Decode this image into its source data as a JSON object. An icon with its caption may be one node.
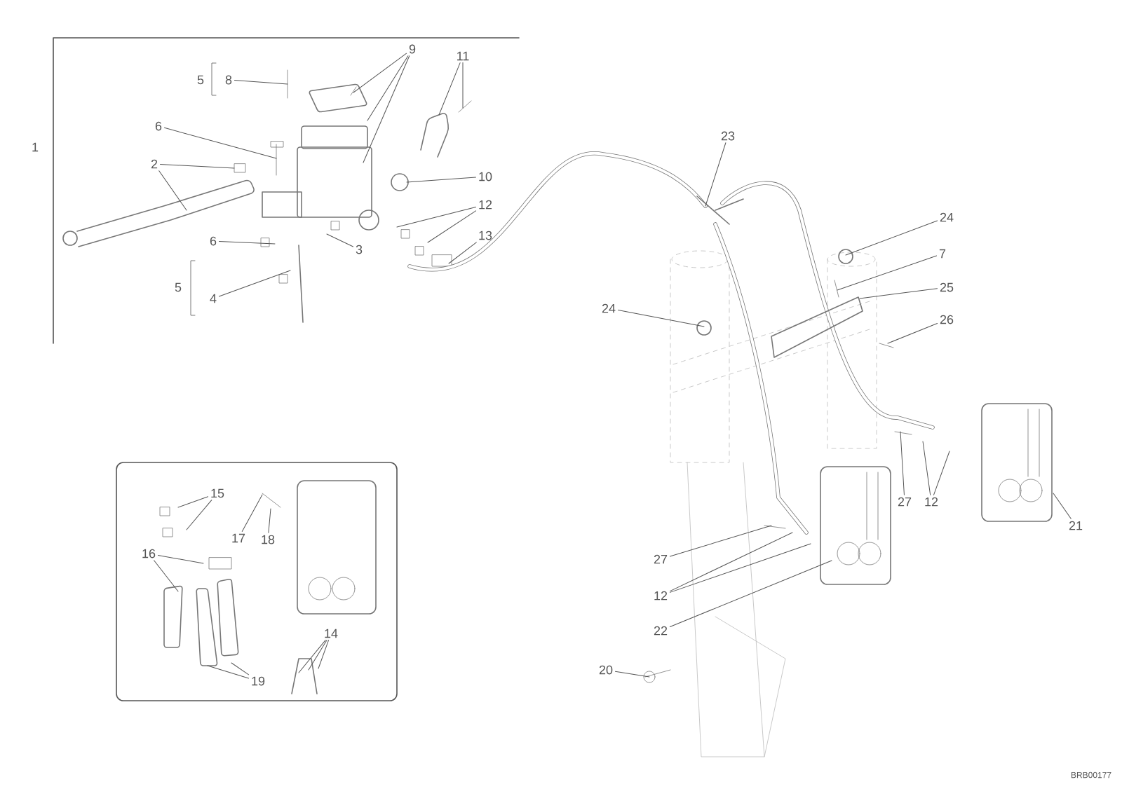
{
  "diagram": {
    "nodes": [
      {
        "text": [
          "8"
        ]
      },
      {
        "text": [
          "9"
        ]
      },
      {
        "text": [
          "11"
        ]
      },
      {
        "text": [
          "6"
        ]
      },
      {
        "text": [
          "2"
        ]
      },
      {
        "text": [
          "10"
        ]
      },
      {
        "text": [
          "12"
        ]
      },
      {
        "text": [
          "13"
        ]
      },
      {
        "text": [
          "6"
        ]
      },
      {
        "text": [
          "3"
        ]
      },
      {
        "text": [
          "4"
        ]
      },
      {
        "text": [
          "23"
        ]
      },
      {
        "text": [
          "24"
        ]
      },
      {
        "text": [
          "7"
        ]
      },
      {
        "text": [
          "25"
        ]
      },
      {
        "text": [
          "26"
        ]
      },
      {
        "text": [
          "24"
        ]
      },
      {
        "text": [],
        "shape": "box"
      },
      {
        "text": [
          "15"
        ],
        "in": 17
      },
      {
        "text": [
          "17"
        ],
        "in": 17
      },
      {
        "text": [
          "18"
        ],
        "in": 17
      },
      {
        "text": [
          "16"
        ],
        "in": 17
      },
      {
        "text": [
          "14"
        ],
        "in": 17
      },
      {
        "text": [
          "19"
        ],
        "in": 17
      },
      {
        "text": [
          "27"
        ]
      },
      {
        "text": [
          "12"
        ]
      },
      {
        "text": [
          "21"
        ]
      },
      {
        "text": [
          "27"
        ]
      },
      {
        "text": [
          "12"
        ]
      },
      {
        "text": [
          "22"
        ]
      },
      {
        "text": [
          "20"
        ]
      }
    ],
    "edges": [
      {
        "from": 0,
        "to": null,
        "arrow": "none"
      },
      {
        "from": 1,
        "to": null,
        "arrow": "none"
      },
      {
        "from": 1,
        "to": null,
        "arrow": "none"
      },
      {
        "from": 1,
        "to": null,
        "arrow": "none"
      },
      {
        "from": 2,
        "to": null,
        "arrow": "none"
      },
      {
        "from": 2,
        "to": null,
        "arrow": "none"
      },
      {
        "from": 3,
        "to": null,
        "arrow": "none"
      },
      {
        "from": 4,
        "to": null,
        "arrow": "none"
      },
      {
        "from": 4,
        "to": null,
        "arrow": "none"
      },
      {
        "from": 5,
        "to": null,
        "arrow": "none"
      },
      {
        "from": 6,
        "to": null,
        "arrow": "none"
      },
      {
        "from": 6,
        "to": null,
        "arrow": "none"
      },
      {
        "from": 7,
        "to": null,
        "arrow": "none"
      },
      {
        "from": 8,
        "to": null,
        "arrow": "none"
      },
      {
        "from": 9,
        "to": null,
        "arrow": "none"
      },
      {
        "from": 10,
        "to": null,
        "arrow": "none"
      },
      {
        "from": 11,
        "to": null,
        "arrow": "none"
      },
      {
        "from": 12,
        "to": null,
        "arrow": "none"
      },
      {
        "from": 13,
        "to": null,
        "arrow": "none"
      },
      {
        "from": 14,
        "to": null,
        "arrow": "none"
      },
      {
        "from": 15,
        "to": null,
        "arrow": "none"
      },
      {
        "from": 16,
        "to": null,
        "arrow": "none"
      },
      {
        "from": 18,
        "to": null,
        "arrow": "none"
      },
      {
        "from": 18,
        "to": null,
        "arrow": "none"
      },
      {
        "from": 19,
        "to": null,
        "arrow": "none"
      },
      {
        "from": 20,
        "to": null,
        "arrow": "none"
      },
      {
        "from": 21,
        "to": null,
        "arrow": "none"
      },
      {
        "from": 21,
        "to": null,
        "arrow": "none"
      },
      {
        "from": 22,
        "to": null,
        "arrow": "none"
      },
      {
        "from": 22,
        "to": null,
        "arrow": "none"
      },
      {
        "from": 22,
        "to": null,
        "arrow": "none"
      },
      {
        "from": 23,
        "to": null,
        "arrow": "none"
      },
      {
        "from": 23,
        "to": null,
        "arrow": "none"
      },
      {
        "from": 24,
        "to": null,
        "arrow": "none"
      },
      {
        "from": 25,
        "to": null,
        "arrow": "none"
      },
      {
        "from": 25,
        "to": null,
        "arrow": "none"
      },
      {
        "from": 26,
        "to": null,
        "arrow": "none"
      },
      {
        "from": 27,
        "to": null,
        "arrow": "none"
      },
      {
        "from": 28,
        "to": null,
        "arrow": "none"
      },
      {
        "from": 28,
        "to": null,
        "arrow": "none"
      },
      {
        "from": 29,
        "to": null,
        "arrow": "none"
      },
      {
        "from": 30,
        "to": null,
        "arrow": "none"
      }
    ],
    "labels": [
      "1",
      "5",
      "5",
      "BRB00177"
    ]
  }
}
